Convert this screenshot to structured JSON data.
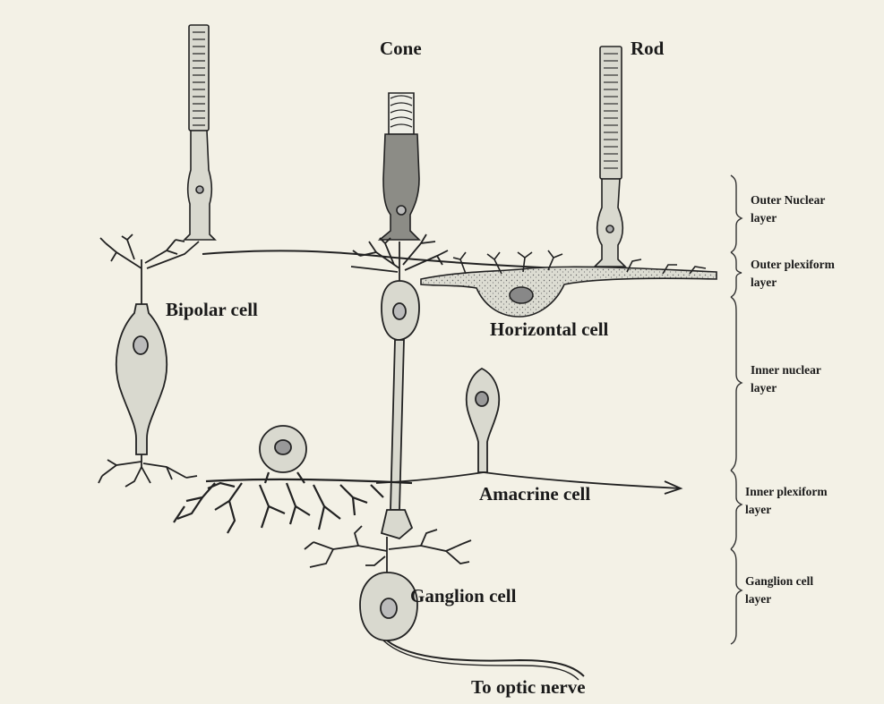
{
  "cell_labels": {
    "cone": "Cone",
    "rod": "Rod",
    "bipolar": "Bipolar cell",
    "horizontal": "Horizontal cell",
    "amacrine": "Amacrine cell",
    "ganglion": "Ganglion cell",
    "optic_nerve": "To optic nerve"
  },
  "layers": [
    {
      "line1": "Outer Nuclear",
      "line2": "layer"
    },
    {
      "line1": "Outer plexiform",
      "line2": "layer"
    },
    {
      "line1": "Inner nuclear",
      "line2": "layer"
    },
    {
      "line1": "Inner plexiform",
      "line2": "layer"
    },
    {
      "line1": "Ganglion cell",
      "line2": "layer"
    }
  ],
  "colors": {
    "background": "#f3f1e6",
    "cell_fill": "#d9d9cf",
    "cone_fill": "#8c8c86",
    "outline": "#222222"
  }
}
